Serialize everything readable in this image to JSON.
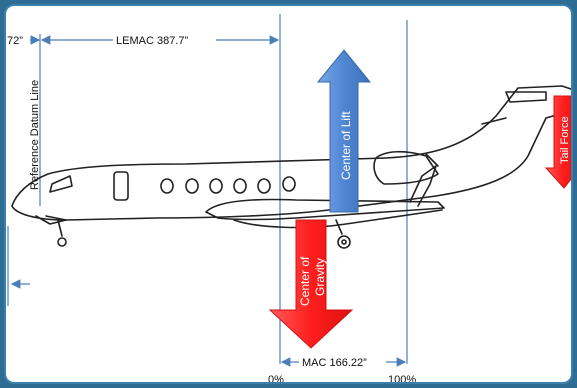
{
  "labels": {
    "datum_offset": "72”",
    "lemac": "LEMAC 387.7”",
    "reference_datum_line": "Reference Datum Line",
    "center_of_lift": "Center of Lift",
    "center_of_gravity_line1": "Center of",
    "center_of_gravity_line2": "Gravity",
    "tail_force": "Tail Force",
    "mac": "MAC 166.22”",
    "mac_start": "0%",
    "mac_end": "100%"
  },
  "colors": {
    "background": "#2f6c93",
    "panel": "#ffffff",
    "dimension_line": "#4a7ebb",
    "lift_arrow": "#5b8fd4",
    "gravity_arrow": "#ff2a2a",
    "tail_arrow": "#ff2a2a",
    "aircraft_outline": "#222222"
  }
}
